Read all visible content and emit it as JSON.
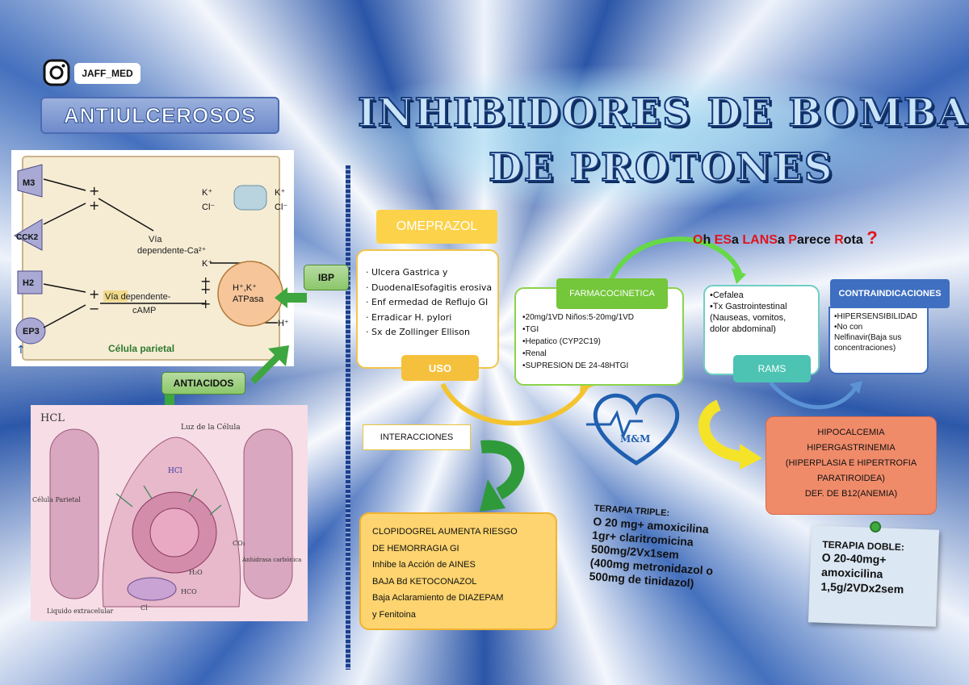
{
  "header": {
    "instagram_handle": "JAFF_MED",
    "subtitle": "ANTIULCEROSOS",
    "title_line1": "INHIBIDORES DE BOMBA",
    "title_line2": "DE PROTONES"
  },
  "figure_parietal": {
    "receptors": [
      "M3",
      "CCK2",
      "H2",
      "EP3"
    ],
    "ca_pathway": [
      "Vía",
      "dependente-Ca²⁺"
    ],
    "camp_pathway": [
      "Vía dependente-",
      "cAMP"
    ],
    "pump": [
      "H⁺,K⁺",
      "ATPasa"
    ],
    "ions": {
      "k_plus": "K⁺",
      "cl_minus": "Cl⁻",
      "h_plus": "H⁺"
    },
    "caption": "Célula parietal"
  },
  "figure_hcl": {
    "heading": "HCL",
    "labels": {
      "lumen": "Luz de la Célula",
      "parietal": "Célula Parietal",
      "extracellular": "Liquido extracelular",
      "hcl": "HCl",
      "anhidrasa": "Anhidrasa carbónica",
      "h2o": "H₂O",
      "hco3": "HCO",
      "co2": "CO₂",
      "cl": "Cl⁻"
    }
  },
  "labels": {
    "ibp": "IBP",
    "antiacidos": "ANTIACIDOS",
    "omeprazol": "OMEPRAZOL",
    "uso": "USO",
    "farmacocinetica": "FARMACOCINETICA",
    "rams": "RAMS",
    "contraindicaciones": "CONTRAINDICACIONES",
    "interacciones": "INTERACCIONES"
  },
  "uso_items": [
    "Ulcera Gastrica y",
    "DuodenalEsofagitis erosiva",
    "Enf ermedad de Reflujo GI",
    "Erradicar H. pylori",
    "Sx de Zollinger Ellison"
  ],
  "farmacocinetica_items": [
    "20mg/1VD     Niños:5-20mg/1VD",
    "TGI",
    "Hepatico (CYP2C19)",
    "Renal",
    "SUPRESION DE 24-48HTGI"
  ],
  "mnemonic": {
    "parts": [
      {
        "t": "O",
        "red": true
      },
      {
        "t": "h ",
        "red": false
      },
      {
        "t": "ES",
        "red": true
      },
      {
        "t": "a ",
        "red": false
      },
      {
        "t": "LANS",
        "red": true
      },
      {
        "t": "a ",
        "red": false
      },
      {
        "t": "P",
        "red": true
      },
      {
        "t": "arece ",
        "red": false
      },
      {
        "t": "R",
        "red": true
      },
      {
        "t": "ota ",
        "red": false
      }
    ],
    "question": "?"
  },
  "rams_items": [
    "•Cefalea",
    "•Tx Gastrointestinal",
    "(Nauseas, vomitos,",
    "dolor abdominal)"
  ],
  "contra_items": [
    "•HIPERSENSIBILIDAD",
    "•No con",
    "Nelfinavir(Baja sus",
    "concentraciones)"
  ],
  "hipo_items": [
    "HIPOCALCEMIA",
    "HIPERGASTRINEMIA",
    "(HIPERPLASIA E HIPERTROFIA",
    "PARATIROIDEA)",
    "DEF. DE B12(ANEMIA)"
  ],
  "interacciones_items": [
    "CLOPIDOGREL AUMENTA RIESGO",
    "DE HEMORRAGIA GI",
    "Inhibe la Acción de AINES",
    "BAJA Bd KETOCONAZOL",
    "Baja Aclaramiento de DIAZEPAM",
    "y Fenitoina"
  ],
  "heart_logo": "M&M",
  "terapia_triple": {
    "heading": "TERAPIA TRIPLE:",
    "lines": [
      "O 20 mg+ amoxicilina",
      "1gr+ claritromicina",
      "500mg/2Vx1sem",
      "(400mg metronidazol o",
      "500mg de tinidazol)"
    ]
  },
  "terapia_doble": {
    "heading": "TERAPIA DOBLE:",
    "lines": [
      "O 20-40mg+",
      "amoxicilina",
      "1,5g/2VDx2sem"
    ]
  },
  "colors": {
    "yellow": "#f5c13d",
    "green": "#74c63a",
    "teal": "#4cc3b3",
    "blue": "#3f6fc0",
    "salmon": "#f08b6a",
    "red_accent": "#e0141c"
  }
}
